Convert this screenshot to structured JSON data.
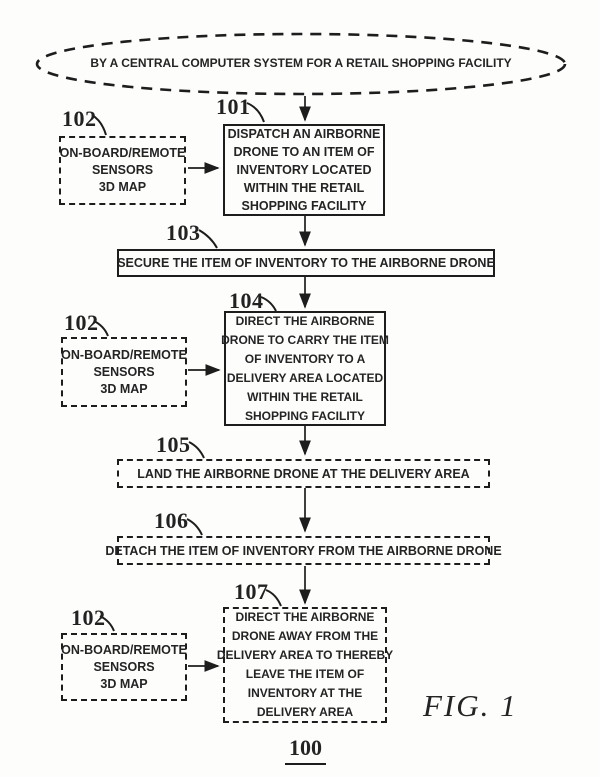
{
  "terminal": {
    "text": "BY A CENTRAL COMPUTER SYSTEM FOR A RETAIL SHOPPING FACILITY"
  },
  "steps": {
    "s101": {
      "ref": "101",
      "text": "DISPATCH AN AIRBORNE\nDRONE TO AN ITEM OF\nINVENTORY LOCATED\nWITHIN THE RETAIL\nSHOPPING FACILITY"
    },
    "s102": {
      "ref": "102",
      "text": "ON-BOARD/REMOTE\nSENSORS\n3D MAP"
    },
    "s103": {
      "ref": "103",
      "text": "SECURE THE ITEM OF INVENTORY TO THE AIRBORNE DRONE"
    },
    "s104": {
      "ref": "104",
      "text": "DIRECT THE AIRBORNE\nDRONE TO CARRY THE ITEM\nOF INVENTORY TO A\nDELIVERY AREA LOCATED\nWITHIN THE RETAIL\nSHOPPING FACILITY"
    },
    "s105": {
      "ref": "105",
      "text": "LAND THE AIRBORNE DRONE AT THE DELIVERY AREA"
    },
    "s106": {
      "ref": "106",
      "text": "DETACH THE ITEM OF INVENTORY FROM THE AIRBORNE DRONE"
    },
    "s107": {
      "ref": "107",
      "text": "DIRECT THE AIRBORNE\nDRONE AWAY FROM THE\nDELIVERY AREA TO THEREBY\nLEAVE THE ITEM OF\nINVENTORY AT THE\nDELIVERY AREA"
    }
  },
  "figure": {
    "label": "FIG. 1",
    "number": "100"
  },
  "colors": {
    "ink": "#1d1d1d",
    "background": "#fdfdfc"
  }
}
